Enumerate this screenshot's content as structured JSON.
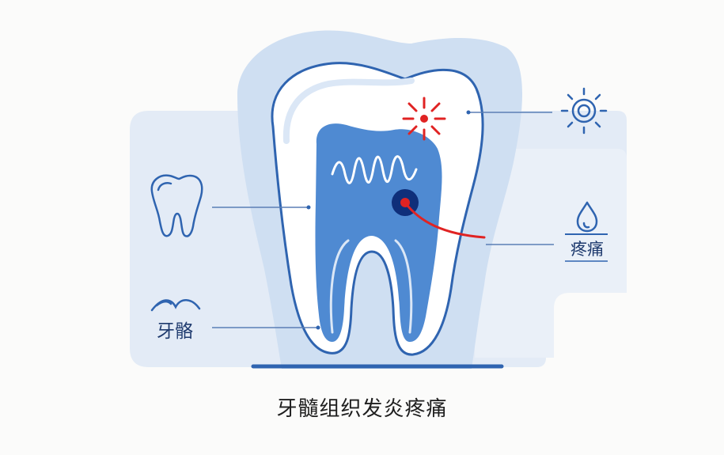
{
  "caption": "牙髓组织发炎疼痛",
  "labels": {
    "gum": "牙骼",
    "pain": "疼痛"
  },
  "icons": {
    "tooth": "tooth-outline-icon",
    "gum": "gum-line-icon",
    "sun": "sun-icon",
    "drop": "water-drop-icon"
  },
  "colors": {
    "panel_back": "#e3ebf6",
    "panel_front": "#cfdff2",
    "tooth_fill": "#ffffff",
    "outline": "#2f64b0",
    "pulp": "#4f8ad2",
    "pulp_light": "#dbe7f6",
    "accent_red": "#e02323",
    "dark_blue": "#0f2f7a",
    "line": "#5b7fb5",
    "text": "#1e1e1e"
  }
}
